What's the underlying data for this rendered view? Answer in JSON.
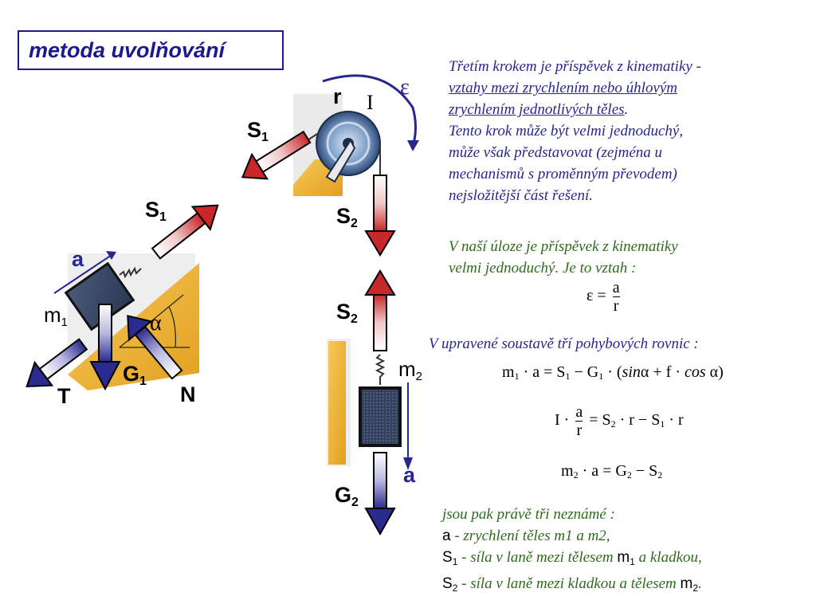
{
  "title": "metoda uvolňování",
  "labels": {
    "r": "r",
    "I": "I",
    "epsilon": "ε",
    "S1_top": "S",
    "S1_top_sub": "1",
    "S1_mid": "S",
    "S1_mid_sub": "1",
    "S2_top": "S",
    "S2_top_sub": "2",
    "S2_mid": "S",
    "S2_mid_sub": "2",
    "a_left": "a",
    "a_right": "a",
    "m1": "m",
    "m1_sub": "1",
    "alpha": "α",
    "G1": "G",
    "G1_sub": "1",
    "T": "T",
    "N": "N",
    "m2": "m",
    "m2_sub": "2",
    "G2": "G",
    "G2_sub": "2"
  },
  "text": {
    "p1_line1": "Třetím krokem je příspěvek z kinematiky -",
    "p1_line2": "vztahy mezi zrychlením nebo úhlovým",
    "p1_line3": "zrychlením jednotlivých těles",
    "p1_line3_end": ".",
    "p1_line4": "Tento krok může být velmi jednoduchý,",
    "p1_line5": "může však představovat (zejména u",
    "p1_line6": "mechanismů s proměnným převodem)",
    "p1_line7": "nejsložitější část řešení.",
    "p2_line1": "V naší úloze je příspěvek z kinematiky",
    "p2_line2": "velmi jednoduchý. Je to vztah :",
    "p3": "V upravené soustavě tří pohybových rovnic :",
    "p4_line1": "jsou pak právě tři neznámé :",
    "p4_a": "a",
    "p4_a_text": " - zrychlení těles m1 a m2,",
    "p4_s1": "S",
    "p4_s1_sub": "1",
    "p4_s1_text": " - síla v laně mezi tělesem ",
    "p4_s1_m": "m",
    "p4_s1_m_sub": "1",
    "p4_s1_end": " a kladkou,",
    "p4_s2": "S",
    "p4_s2_sub": "2",
    "p4_s2_text": " - síla v laně mezi kladkou a tělesem ",
    "p4_s2_m": "m",
    "p4_s2_m_sub": "2",
    "p4_s2_end": "."
  },
  "equations": {
    "kin_lhs": "ε =",
    "kin_num": "a",
    "kin_den": "r",
    "eq1_a": "m",
    "eq1_a_sub": "1",
    "eq1_b": " · a = S",
    "eq1_b_sub": "1",
    "eq1_c": " − G",
    "eq1_c_sub": "1",
    "eq1_d": " · (",
    "eq1_e": "sin",
    "eq1_f": "α + f · ",
    "eq1_g": "cos",
    "eq1_h": " α)",
    "eq2_a": "I ·",
    "eq2_num": "a",
    "eq2_den": "r",
    "eq2_b": "= S",
    "eq2_b_sub": "2",
    "eq2_c": " · r − S",
    "eq2_c_sub": "1",
    "eq2_d": " · r",
    "eq3_a": "m",
    "eq3_a_sub": "2",
    "eq3_b": " · a = G",
    "eq3_b_sub": "2",
    "eq3_c": " − S",
    "eq3_c_sub": "2"
  },
  "colors": {
    "title": "#1a1a8c",
    "blue_text": "#27278f",
    "green_text": "#2e6b1b",
    "red_arrow": "#c8282a",
    "blue_arrow": "#2b2b8f",
    "ground": "#f0b432"
  }
}
